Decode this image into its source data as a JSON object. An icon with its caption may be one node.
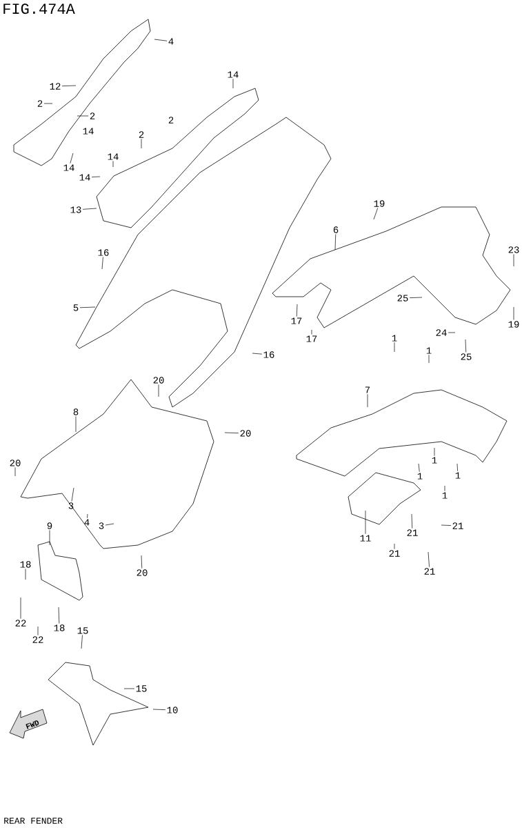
{
  "diagram": {
    "title": "FIG.474A",
    "caption": "REAR FENDER",
    "nodes": [
      {
        "text": [
          "4"
        ]
      },
      {
        "text": [
          "12"
        ]
      },
      {
        "text": [
          "2"
        ]
      },
      {
        "text": [
          "2"
        ]
      },
      {
        "text": [
          "14"
        ]
      },
      {
        "text": [
          "14"
        ]
      },
      {
        "text": [
          "2"
        ]
      },
      {
        "text": [
          "2"
        ]
      },
      {
        "text": [
          "14"
        ]
      },
      {
        "text": [
          "14"
        ]
      },
      {
        "text": [
          "14"
        ]
      },
      {
        "text": [
          "13"
        ]
      },
      {
        "text": [
          "19"
        ]
      },
      {
        "text": [
          "6"
        ]
      },
      {
        "text": [
          "23"
        ]
      },
      {
        "text": [
          "16"
        ]
      },
      {
        "text": [
          "25"
        ]
      },
      {
        "text": [
          "5"
        ]
      },
      {
        "text": [
          "19"
        ]
      },
      {
        "text": [
          "17"
        ]
      },
      {
        "text": [
          "17"
        ]
      },
      {
        "text": [
          "24"
        ]
      },
      {
        "text": [
          "1"
        ]
      },
      {
        "text": [
          "16"
        ]
      },
      {
        "text": [
          "25"
        ]
      },
      {
        "text": [
          "1"
        ]
      },
      {
        "text": [
          "20"
        ]
      },
      {
        "text": [
          "7"
        ]
      },
      {
        "text": [
          "8"
        ]
      },
      {
        "text": [
          "20"
        ]
      },
      {
        "text": [
          "20"
        ]
      },
      {
        "text": [
          "1"
        ]
      },
      {
        "text": [
          "1"
        ]
      },
      {
        "text": [
          "1"
        ]
      },
      {
        "text": [
          "1"
        ]
      },
      {
        "text": [
          "3"
        ]
      },
      {
        "text": [
          "4"
        ]
      },
      {
        "text": [
          "3"
        ]
      },
      {
        "text": [
          "9"
        ]
      },
      {
        "text": [
          "21"
        ]
      },
      {
        "text": [
          "21"
        ]
      },
      {
        "text": [
          "11"
        ]
      },
      {
        "text": [
          "21"
        ]
      },
      {
        "text": [
          "18"
        ]
      },
      {
        "text": [
          "20"
        ]
      },
      {
        "text": [
          "21"
        ]
      },
      {
        "text": [
          "22"
        ]
      },
      {
        "text": [
          "18"
        ]
      },
      {
        "text": [
          "15"
        ]
      },
      {
        "text": [
          "22"
        ]
      },
      {
        "text": [
          "15"
        ]
      },
      {
        "text": [
          "10"
        ]
      }
    ],
    "edges": [
      {
        "from": 0,
        "to": null,
        "arrow": "none"
      },
      {
        "from": 1,
        "to": null,
        "arrow": "none"
      },
      {
        "from": 2,
        "to": null,
        "arrow": "none"
      },
      {
        "from": 3,
        "to": null,
        "arrow": "none"
      },
      {
        "from": 5,
        "to": null,
        "arrow": "none"
      },
      {
        "from": 7,
        "to": null,
        "arrow": "none"
      },
      {
        "from": 8,
        "to": null,
        "arrow": "none"
      },
      {
        "from": 9,
        "to": null,
        "arrow": "none"
      },
      {
        "from": 10,
        "to": null,
        "arrow": "none"
      },
      {
        "from": 11,
        "to": null,
        "arrow": "none"
      },
      {
        "from": 12,
        "to": null,
        "arrow": "none"
      },
      {
        "from": 13,
        "to": null,
        "arrow": "none"
      },
      {
        "from": 14,
        "to": null,
        "arrow": "none"
      },
      {
        "from": 15,
        "to": null,
        "arrow": "none"
      },
      {
        "from": 16,
        "to": null,
        "arrow": "none"
      },
      {
        "from": 17,
        "to": null,
        "arrow": "none"
      },
      {
        "from": 18,
        "to": null,
        "arrow": "none"
      },
      {
        "from": 19,
        "to": null,
        "arrow": "none"
      },
      {
        "from": 20,
        "to": null,
        "arrow": "none"
      },
      {
        "from": 21,
        "to": null,
        "arrow": "none"
      },
      {
        "from": 22,
        "to": null,
        "arrow": "none"
      },
      {
        "from": 23,
        "to": null,
        "arrow": "none"
      },
      {
        "from": 24,
        "to": null,
        "arrow": "none"
      },
      {
        "from": 25,
        "to": null,
        "arrow": "none"
      },
      {
        "from": 26,
        "to": null,
        "arrow": "none"
      },
      {
        "from": 27,
        "to": null,
        "arrow": "none"
      },
      {
        "from": 28,
        "to": null,
        "arrow": "none"
      },
      {
        "from": 29,
        "to": null,
        "arrow": "none"
      },
      {
        "from": 30,
        "to": null,
        "arrow": "none"
      },
      {
        "from": 31,
        "to": null,
        "arrow": "none"
      },
      {
        "from": 32,
        "to": null,
        "arrow": "none"
      },
      {
        "from": 33,
        "to": null,
        "arrow": "none"
      },
      {
        "from": 34,
        "to": null,
        "arrow": "none"
      },
      {
        "from": 35,
        "to": null,
        "arrow": "none"
      },
      {
        "from": 36,
        "to": null,
        "arrow": "none"
      },
      {
        "from": 37,
        "to": null,
        "arrow": "none"
      },
      {
        "from": 38,
        "to": null,
        "arrow": "none"
      },
      {
        "from": 39,
        "to": null,
        "arrow": "none"
      },
      {
        "from": 40,
        "to": null,
        "arrow": "none"
      },
      {
        "from": 41,
        "to": null,
        "arrow": "none"
      },
      {
        "from": 42,
        "to": null,
        "arrow": "none"
      },
      {
        "from": 43,
        "to": null,
        "arrow": "none"
      },
      {
        "from": 44,
        "to": null,
        "arrow": "none"
      },
      {
        "from": 45,
        "to": null,
        "arrow": "none"
      },
      {
        "from": 46,
        "to": null,
        "arrow": "none"
      },
      {
        "from": 47,
        "to": null,
        "arrow": "none"
      },
      {
        "from": 48,
        "to": null,
        "arrow": "none"
      },
      {
        "from": 49,
        "to": null,
        "arrow": "none"
      },
      {
        "from": 50,
        "to": null,
        "arrow": "none"
      },
      {
        "from": 51,
        "to": null,
        "arrow": "none"
      }
    ],
    "labels": [
      "FWD"
    ]
  }
}
